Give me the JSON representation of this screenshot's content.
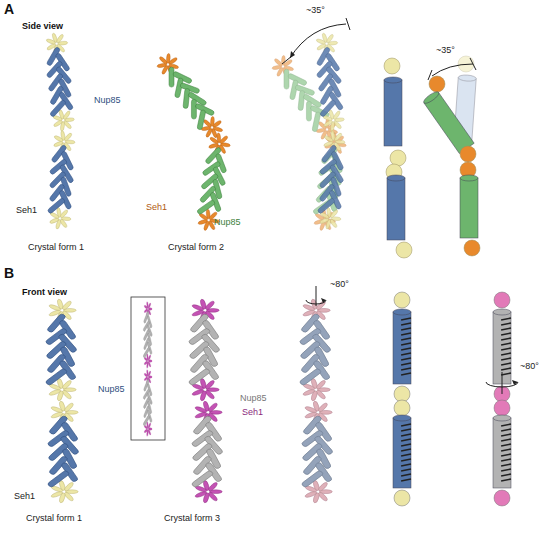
{
  "diagram": {
    "labels": [
      "A",
      "Side view",
      "Seh1",
      "Nup85",
      "Crystal form 1",
      "Seh1",
      "Nup85",
      "Crystal form 2",
      "~35°",
      "~35°",
      "B",
      "Front view",
      "Nup85",
      "Seh1",
      "Crystal form 1",
      "Nup85",
      "Seh1",
      "Crystal form 3",
      "~80°",
      "~80°"
    ]
  }
}
